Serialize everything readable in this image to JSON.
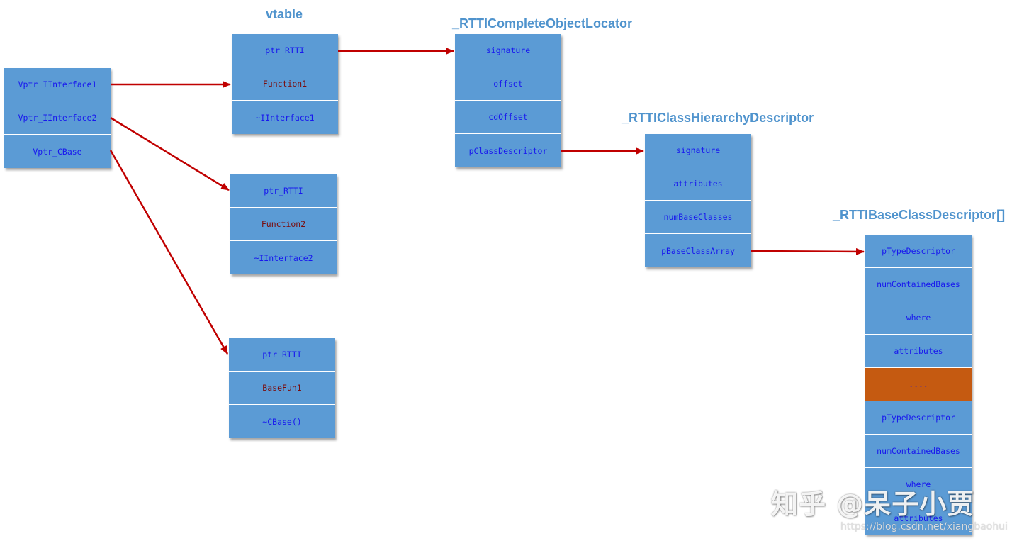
{
  "titles": {
    "vtable": "vtable",
    "col": "_RTTICompleteObjectLocator",
    "chd": "_RTTIClassHierarchyDescriptor",
    "bcd": "_RTTIBaseClassDescriptor[]"
  },
  "object": {
    "rows": [
      "Vptr_IInterface1",
      "Vptr_IInterface2",
      "Vptr_CBase"
    ]
  },
  "vtable1": {
    "rows": [
      "ptr_RTTI",
      "Function1",
      "~IInterface1"
    ]
  },
  "vtable2": {
    "rows": [
      "ptr_RTTI",
      "Function2",
      "~IInterface2"
    ]
  },
  "vtable3": {
    "rows": [
      "ptr_RTTI",
      "BaseFun1",
      "~CBase()"
    ]
  },
  "col": {
    "rows": [
      "signature",
      "offset",
      "cdOffset",
      "pClassDescriptor"
    ]
  },
  "chd": {
    "rows": [
      "signature",
      "attributes",
      "numBaseClasses",
      "pBaseClassArray"
    ]
  },
  "bcd": {
    "rows": [
      "pTypeDescriptor",
      "numContainedBases",
      "where",
      "attributes",
      "....",
      "pTypeDescriptor",
      "numContainedBases",
      "where",
      "attributes"
    ]
  },
  "watermark": {
    "main": "知乎 @呆子小贾",
    "url": "https://blog.csdn.net/xiangbaohui"
  },
  "colors": {
    "cell": "#5b9bd5",
    "cell_highlight": "#c55a11",
    "title": "#4f93cd",
    "arrow": "#c00000",
    "text": "#1818ee",
    "function_text": "#7a0b0b"
  }
}
